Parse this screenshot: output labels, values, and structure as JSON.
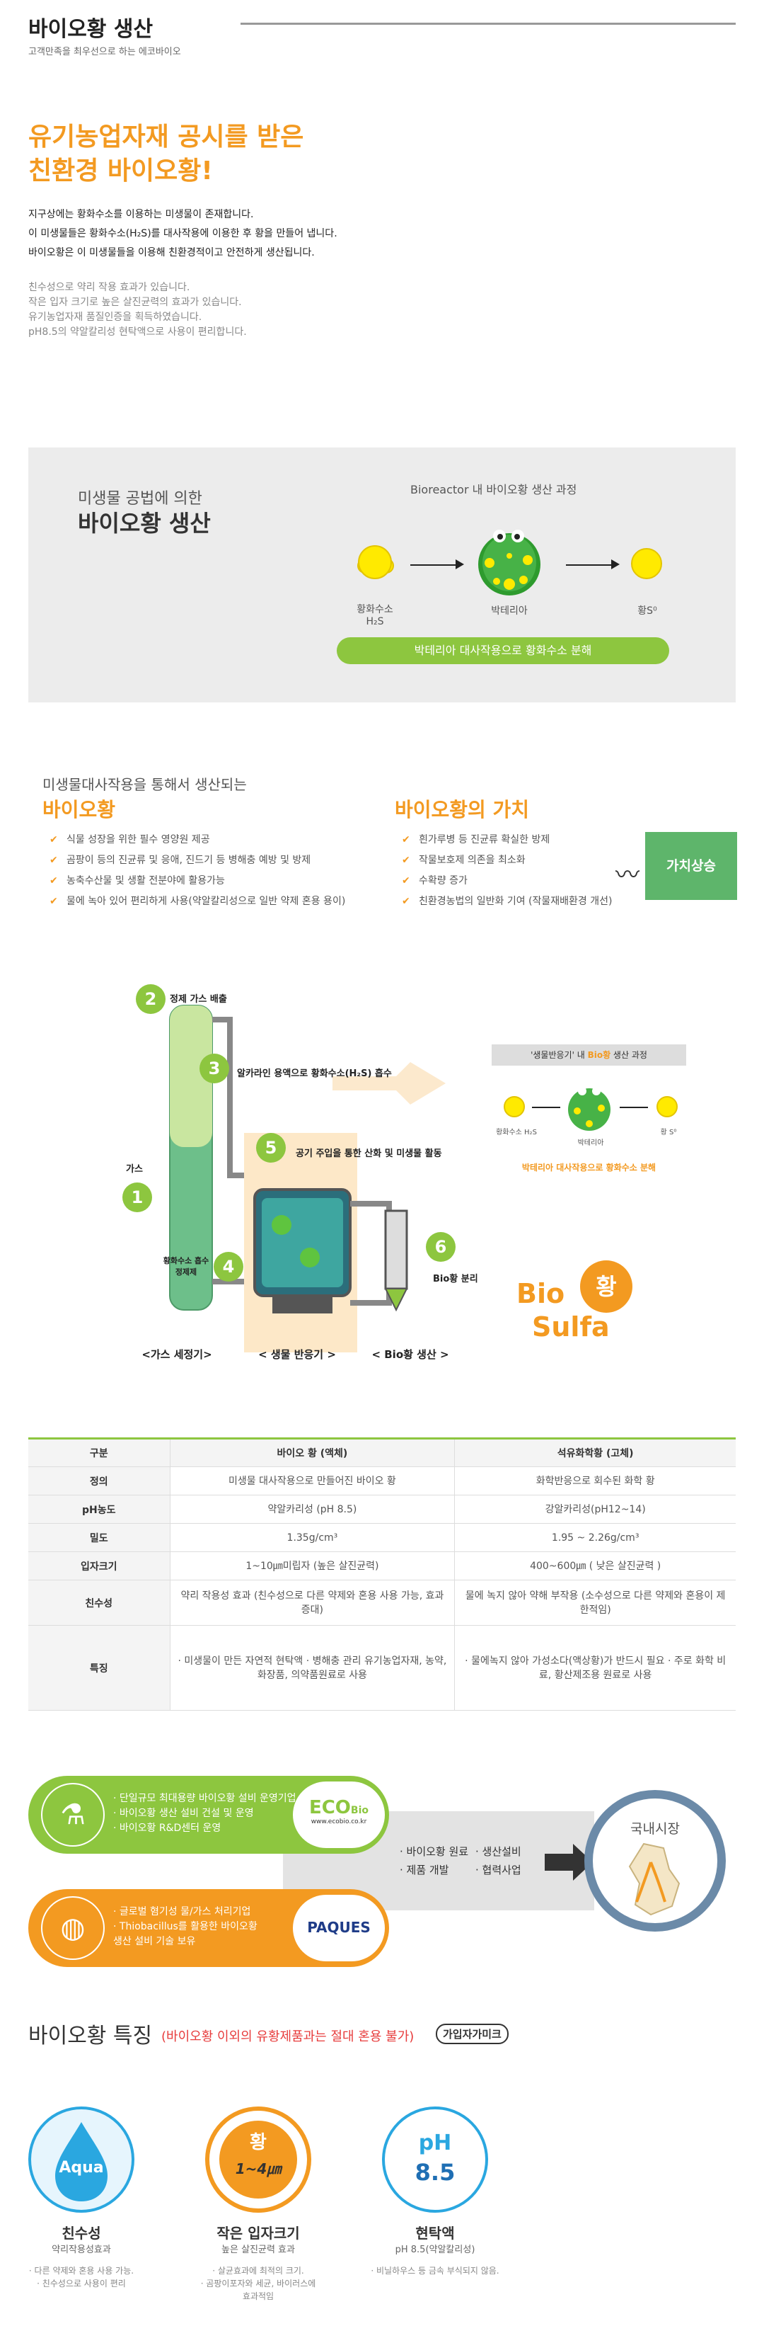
{
  "header": {
    "title": "바이오황 생산",
    "subtitle": "고객만족을 최우선으로 하는 에코바이오"
  },
  "intro": {
    "title_line1": "유기농업자재 공시를 받은",
    "title_line2": "친환경 바이오황!",
    "body": [
      "지구상에는 황화수소를 이용하는 미생물이 존재합니다.",
      "이 미생물들은 황화수소(H₂S)를 대사작용에 이용한 후 황을 만들어 냅니다.",
      "바이오황은 이 미생물들을 이용해 친환경적이고 안전하게 생산됩니다."
    ],
    "notes": [
      "친수성으로 약리 작용 효과가 있습니다.",
      "작은 입자 크기로 높은 살진균력의 효과가 있습니다.",
      "유기농업자재 품질인증을 획득하였습니다.",
      "pH8.5의 약알칼리성 현탁액으로 사용이 편리합니다."
    ]
  },
  "bioreactor": {
    "heading_small": "미생물 공법에 의한",
    "heading_big": "바이오황 생산",
    "process_title": "Bioreactor 내 바이오황 생산 과정",
    "label_h2s": "황화수소",
    "label_h2s_formula": "H₂S",
    "label_bacteria": "박테리아",
    "label_sulfur": "황S⁰",
    "bar_text": "박테리아 대사작용으로 황화수소 분해"
  },
  "benefits": {
    "left_sub": "미생물대사작용을 통해서 생산되는",
    "left_title": "바이오황",
    "left_items": [
      "식물 성장을 위한 필수 영양원 제공",
      "곰팡이 등의 진균류 및 응애, 진드기 등 병해충 예방 및 방제",
      "농축수산물 및 생활 전분야에 활용가능",
      "물에 녹아 있어 편리하게 사용(약알칼리성으로 일반 약제 혼용 용이)"
    ],
    "right_title": "바이오황의 가치",
    "right_items": [
      "흰가루병 등 진균류 확실한 방제",
      "작물보호제 의존을 최소화",
      "수확량 증가",
      "친환경농법의 일반화 기여 (작물재배환경 개선)"
    ],
    "value_label": "가치상승"
  },
  "process": {
    "step1": "1",
    "step2": "2",
    "step3": "3",
    "step4": "4",
    "step5": "5",
    "step6": "6",
    "label_exhaust": "정제 가스 배출",
    "label_absorb": "알카라인 용액으로 황화수소(H₂S) 흡수",
    "label_gas": "가스",
    "label_absorbent": "황화수소 흡수 정제제",
    "label_oxidation": "공기 주입을 통한 산화 및 미생물 활동",
    "label_separation": "Bio황 분리",
    "cap_scrubber": "<가스 세정기>",
    "cap_reactor": "< 생물 반응기 >",
    "cap_production": "< Bio황 생산 >",
    "mini_title_pre": "'생물반응기' 내 ",
    "mini_title_hi": "Bio황",
    "mini_title_post": " 생산 과정",
    "mini_h2s": "황화수소 H₂S",
    "mini_bacteria": "박테리아",
    "mini_sulfur": "황 S⁰",
    "mini_caption": "박테리아 대사작용으로 황화수소 분해",
    "logo_bio": "Bio",
    "logo_sulfa": "Sulfa",
    "logo_hwang": "황"
  },
  "table": {
    "headers": [
      "구분",
      "바이오 황 (액체)",
      "석유화학황 (고체)"
    ],
    "rows": [
      {
        "label": "정의",
        "bio": "미생물 대사작용으로 만들어진 바이오 황",
        "petro": "화학반응으로 회수된 화학 황"
      },
      {
        "label": "pH농도",
        "bio": "약알카리성 (pH 8.5)",
        "petro": "강알카리성(pH12~14)"
      },
      {
        "label": "밀도",
        "bio": "1.35g/cm³",
        "petro": "1.95 ~ 2.26g/cm³"
      },
      {
        "label": "입자크기",
        "bio": "1~10㎛미립자 (높은 살진균력)",
        "petro": "400~600㎛ ( 낮은 살진균력 )"
      },
      {
        "label": "친수성",
        "bio": "약리 작용성 효과 (친수성으로 다른 약제와 혼용 사용 가능, 효과 증대)",
        "petro": "물에 녹지 않아 약해 부작용 (소수성으로 다른 약제와 혼용이 제한적임)"
      },
      {
        "label": "특징",
        "bio": "· 미생물이 만든 자연적 현탁액 · 병해충 관리 유기농업자재, 농약, 화장품, 의약품원료로 사용",
        "petro": "· 물에녹지 않아 가성소다(액상황)가 반드시 필요 · 주로 화학 비료, 황산제조용 원료로 사용"
      }
    ]
  },
  "partners": {
    "eco_lines": [
      "· 단일규모 최대용량 바이오황 설비 운영기업",
      "· 바이오황 생산 설비 건설 및 운영",
      "· 바이오황 R&D센터 운영"
    ],
    "eco_logo": "ECO",
    "eco_logo_sub": "Bio",
    "eco_url": "www.ecobio.co.kr",
    "paques_lines": [
      "· 글로벌 혐기성 물/가스 처리기업",
      "· Thiobacillus를 활용한 바이오황",
      "  생산 설비 기술 보유"
    ],
    "paques_logo": "PAQUES",
    "mid_left": [
      "· 바이오황 원료",
      "· 제품 개발"
    ],
    "mid_right": [
      "· 생산설비",
      "· 협력사업"
    ],
    "market_label": "국내시장"
  },
  "features": {
    "title": "바이오황 특징",
    "warning": "(바이오황 이외의 유황제품과는 절대 혼용 불가)",
    "badge": "가입자가미크",
    "items": [
      {
        "icon_text": "Aqua",
        "name": "친수성",
        "sub": "약리작용성효과",
        "desc": [
          "· 다른 약제와 혼용 사용 가능.",
          "· 친수성으로 사용이 편리"
        ]
      },
      {
        "icon_text": "1~4㎛",
        "icon_top": "황",
        "name": "작은 입자크기",
        "sub": "높은 살진균력 효과",
        "desc": [
          "· 살균효과에 최적의 크기.",
          "· 곰팡이포자와 세균, 바이러스에",
          "  효과적임"
        ]
      },
      {
        "icon_text": "pH",
        "icon_val": "8.5",
        "name": "현탁액",
        "sub": "pH 8.5(약알칼리성)",
        "desc": [
          "· 비닐하우스 등 금속 부식되지 않음."
        ]
      }
    ]
  },
  "colors": {
    "orange": "#f39a21",
    "green": "#8dc63f",
    "value_green": "#5eb56b",
    "red": "#e73c3c"
  }
}
